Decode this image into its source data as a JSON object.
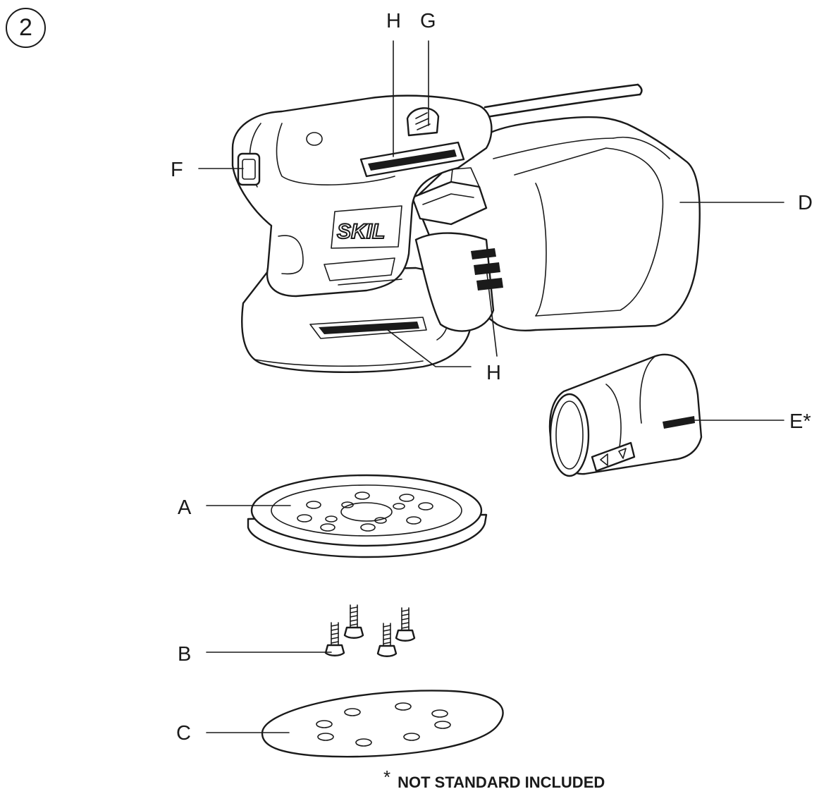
{
  "figure": {
    "number": "2",
    "labels": {
      "A": "A",
      "B": "B",
      "C": "C",
      "D": "D",
      "E": "E*",
      "F": "F",
      "G": "G",
      "H_top": "H",
      "H_bottom": "H"
    },
    "brand_mark": "SKIL",
    "footnote_symbol": "*",
    "footnote_text": "NOT STANDARD INCLUDED"
  },
  "colors": {
    "ink": "#1a1a1a",
    "paper": "#ffffff"
  }
}
